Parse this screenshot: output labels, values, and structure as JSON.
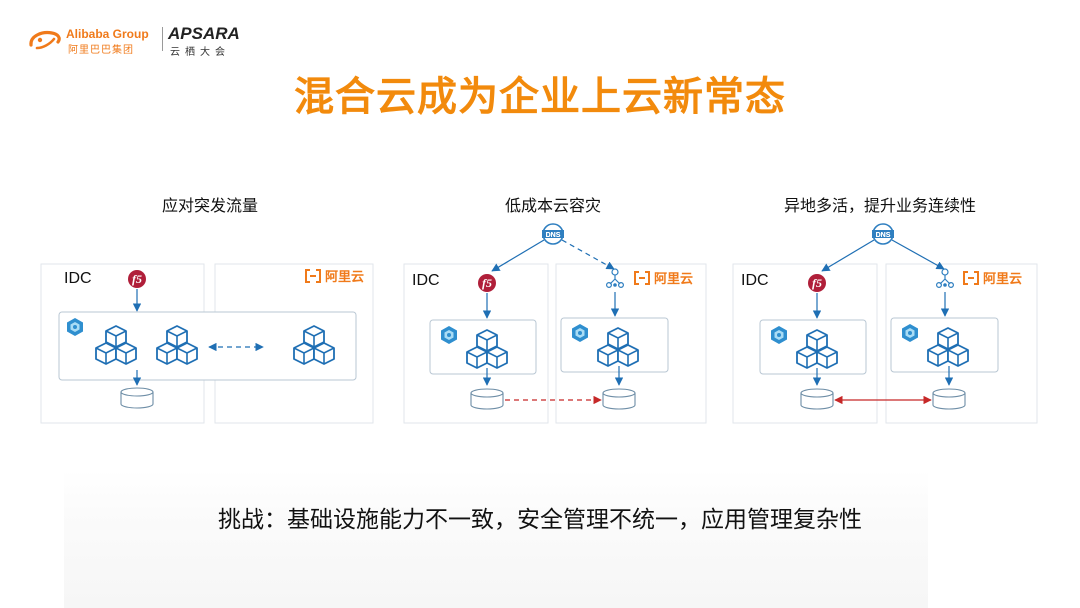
{
  "header": {
    "alibaba_en": "Alibaba Group",
    "alibaba_cn": "阿里巴巴集团",
    "apsara_en": "APSARA",
    "apsara_cn": "云栖大会"
  },
  "title": "混合云成为企业上云新常态",
  "panels": [
    {
      "title": "应对突发流量",
      "idc_label": "IDC",
      "cloud_label": "阿里云"
    },
    {
      "title": "低成本云容灾",
      "idc_label": "IDC",
      "cloud_label": "阿里云",
      "dns_label": "DNS"
    },
    {
      "title": "异地多活，提升业务连续性",
      "idc_label": "IDC",
      "cloud_label": "阿里云",
      "dns_label": "DNS"
    }
  ],
  "challenge": "挑战：基础设施能力不一致，安全管理不统一，应用管理复杂性",
  "colors": {
    "title": "#f28a0c",
    "brand_orange": "#f07a1a",
    "diagram_blue": "#1f6fb4",
    "f5_red": "#b01f3a",
    "sync_red": "#d9342b",
    "box_border": "#b9c7d3"
  }
}
